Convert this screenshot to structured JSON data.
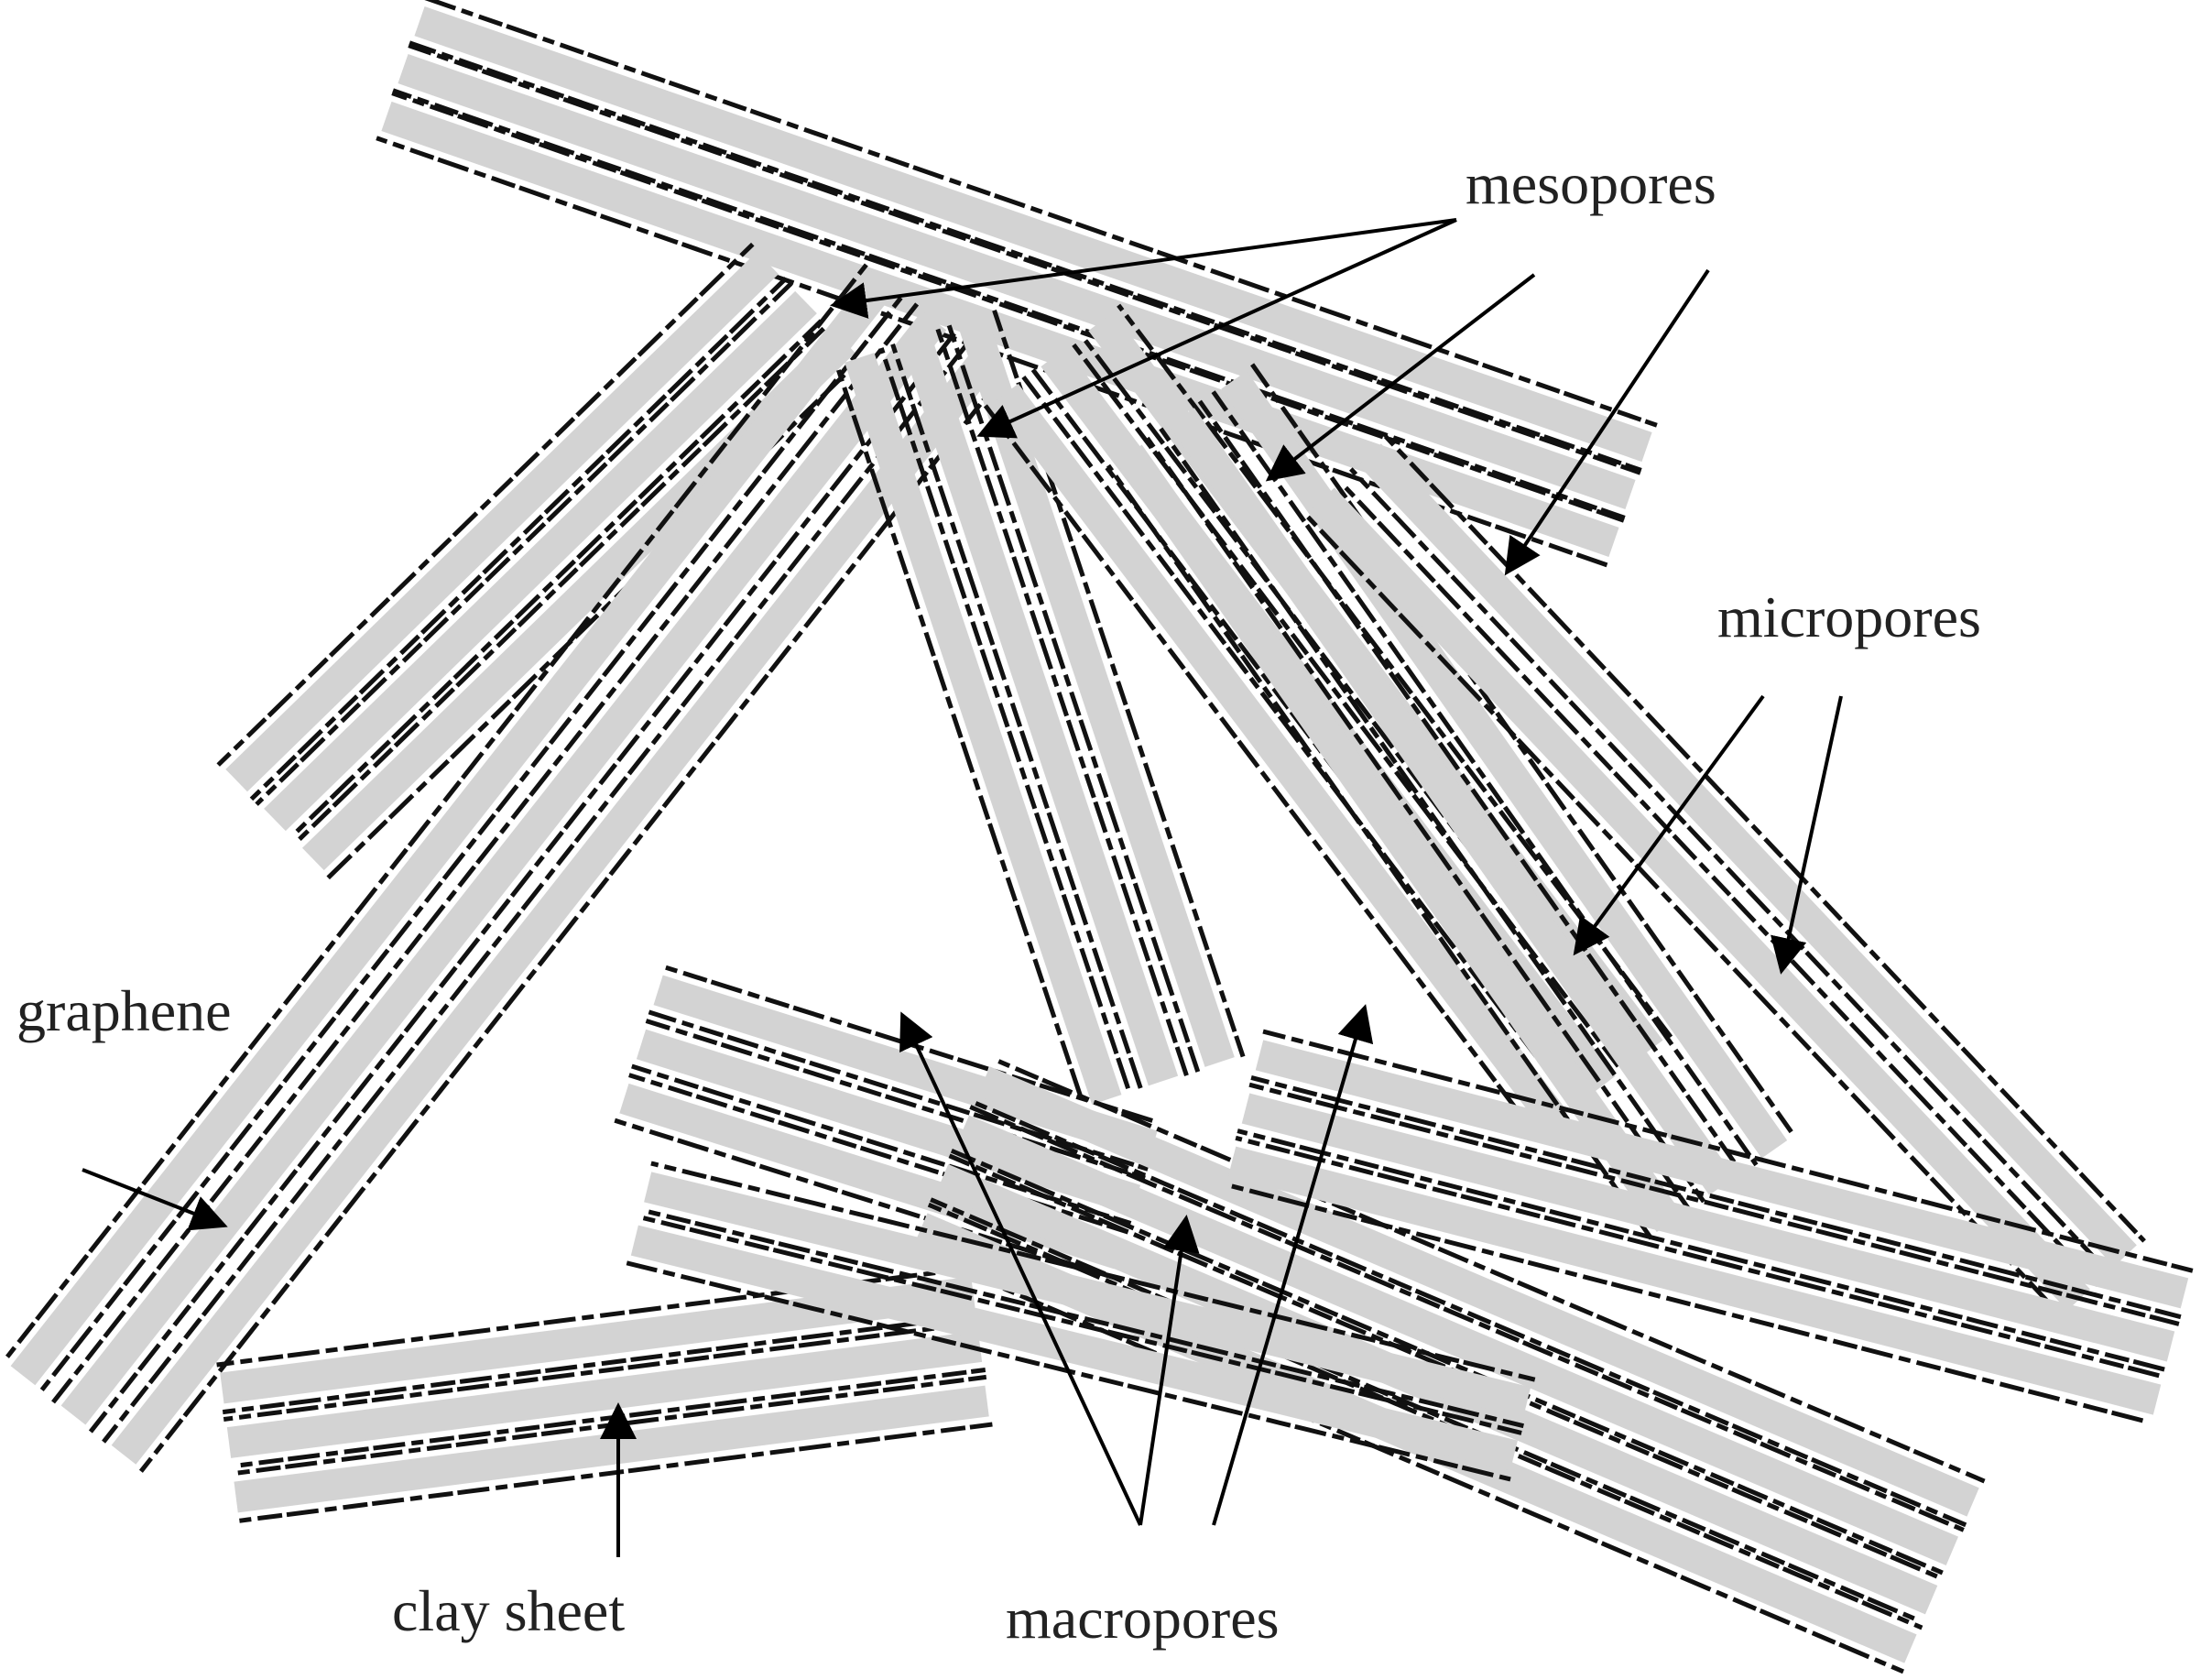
{
  "labels": {
    "mesopores": "mesopores",
    "micropores": "micropores",
    "graphene": "graphene",
    "clay_sheet": "clay sheet",
    "macropores": "macropores"
  },
  "colors": {
    "clay_sheet_fill": "#d3d3d3",
    "graphene_line": "#111111",
    "arrow": "#000000",
    "background": "#ffffff"
  }
}
